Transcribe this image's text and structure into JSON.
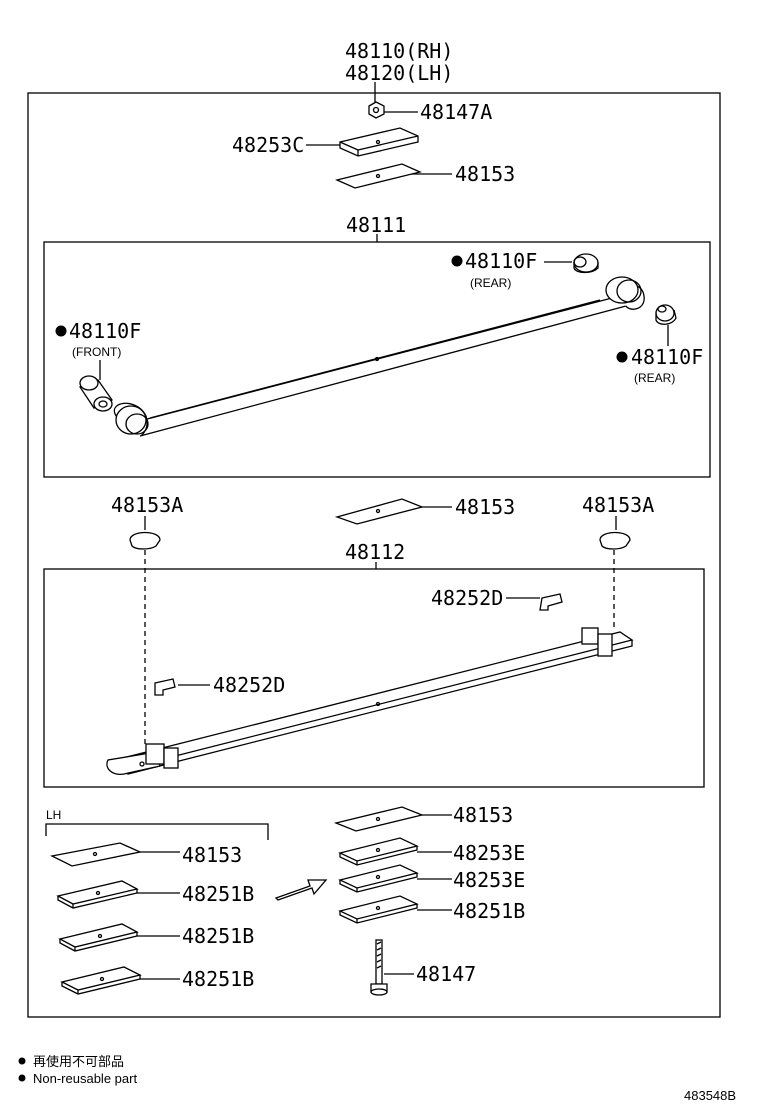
{
  "header": {
    "assembly_rh": "48110(RH)",
    "assembly_lh": "48120(LH)"
  },
  "parts": {
    "nut_top": "48147A",
    "plate_top": "48253C",
    "pad_top": "48153",
    "leaf_main": "48111",
    "bushing_front": "48110F",
    "bushing_front_note": "(FRONT)",
    "bushing_rear_upper": "48110F",
    "bushing_rear_upper_note": "(REAR)",
    "bushing_rear_lower": "48110F",
    "bushing_rear_lower_note": "(REAR)",
    "cap_left": "48153A",
    "cap_right": "48153A",
    "pad_middle": "48153",
    "leaf_second": "48112",
    "clip_right": "48252D",
    "clip_left": "48252D",
    "lh_label": "LH",
    "lh_pad": "48153",
    "lh_plate_1": "48251B",
    "lh_plate_2": "48251B",
    "lh_plate_3": "48251B",
    "rh_pad": "48153",
    "rh_plate_1": "48253E",
    "rh_plate_2": "48253E",
    "rh_plate_3": "48251B",
    "bolt": "48147"
  },
  "legend": {
    "jp": "再使用不可部品",
    "en": "Non-reusable part"
  },
  "footer": {
    "code": "483548B"
  }
}
